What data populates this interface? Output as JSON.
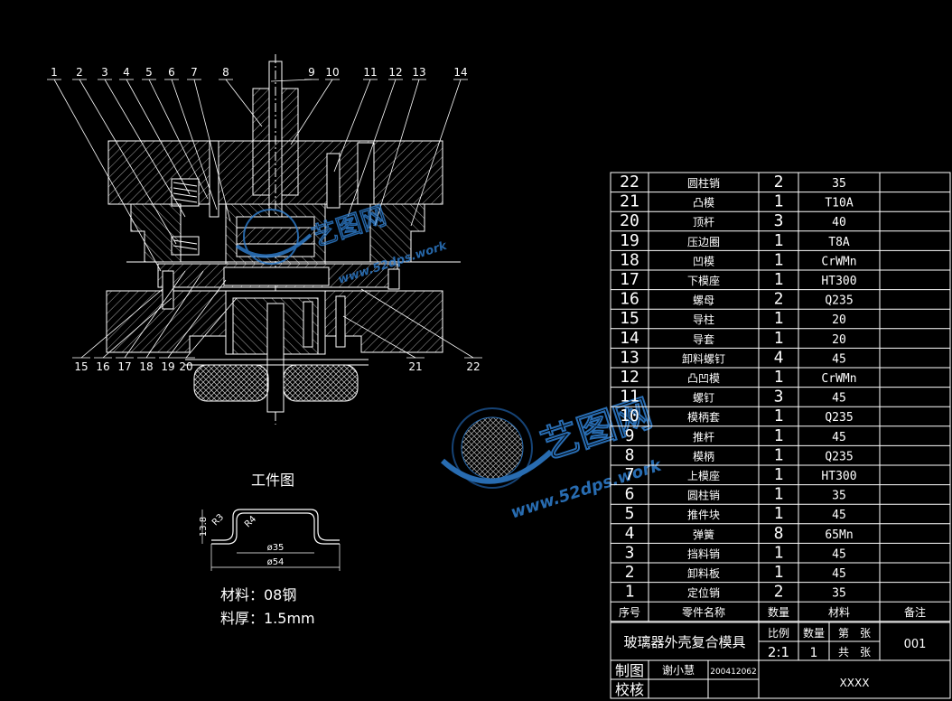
{
  "colors": {
    "background": "#000000",
    "line": "#ffffff",
    "hatch": "#cfcfcf",
    "watermark_blue": "#2f7fd0",
    "watermark_dark": "#1a4f8a"
  },
  "drawing": {
    "callouts_top": [
      "1",
      "2",
      "3",
      "4",
      "5",
      "6",
      "7",
      "8",
      "9",
      "10",
      "11",
      "12",
      "13",
      "14"
    ],
    "callouts_bottom": [
      "15",
      "16",
      "17",
      "18",
      "19",
      "20",
      "21",
      "22"
    ]
  },
  "workpiece": {
    "title": "工件图",
    "dims": {
      "height": "13.8",
      "r_outer": "R3",
      "r_inner": "R4",
      "inner_dia": "ø35",
      "outer_dia": "ø54"
    },
    "material_label": "材料：08钢",
    "thickness_label": "料厚：1.5mm"
  },
  "watermark": {
    "text_cn": "艺图网",
    "text_url": "www.52dps.work"
  },
  "bom": {
    "rows": [
      {
        "no": "22",
        "name": "圆柱销",
        "qty": "2",
        "material": "35",
        "note": ""
      },
      {
        "no": "21",
        "name": "凸模",
        "qty": "1",
        "material": "T10A",
        "note": ""
      },
      {
        "no": "20",
        "name": "顶杆",
        "qty": "3",
        "material": "40",
        "note": ""
      },
      {
        "no": "19",
        "name": "压边圈",
        "qty": "1",
        "material": "T8A",
        "note": ""
      },
      {
        "no": "18",
        "name": "凹模",
        "qty": "1",
        "material": "CrWMn",
        "note": ""
      },
      {
        "no": "17",
        "name": "下模座",
        "qty": "1",
        "material": "HT300",
        "note": ""
      },
      {
        "no": "16",
        "name": "螺母",
        "qty": "2",
        "material": "Q235",
        "note": ""
      },
      {
        "no": "15",
        "name": "导柱",
        "qty": "1",
        "material": "20",
        "note": ""
      },
      {
        "no": "14",
        "name": "导套",
        "qty": "1",
        "material": "20",
        "note": ""
      },
      {
        "no": "13",
        "name": "卸料螺钉",
        "qty": "4",
        "material": "45",
        "note": ""
      },
      {
        "no": "12",
        "name": "凸凹模",
        "qty": "1",
        "material": "CrWMn",
        "note": ""
      },
      {
        "no": "11",
        "name": "螺钉",
        "qty": "3",
        "material": "45",
        "note": ""
      },
      {
        "no": "10",
        "name": "模柄套",
        "qty": "1",
        "material": "Q235",
        "note": ""
      },
      {
        "no": "9",
        "name": "推杆",
        "qty": "1",
        "material": "45",
        "note": ""
      },
      {
        "no": "8",
        "name": "模柄",
        "qty": "1",
        "material": "Q235",
        "note": ""
      },
      {
        "no": "7",
        "name": "上模座",
        "qty": "1",
        "material": "HT300",
        "note": ""
      },
      {
        "no": "6",
        "name": "圆柱销",
        "qty": "1",
        "material": "35",
        "note": ""
      },
      {
        "no": "5",
        "name": "推件块",
        "qty": "1",
        "material": "45",
        "note": ""
      },
      {
        "no": "4",
        "name": "弹簧",
        "qty": "8",
        "material": "65Mn",
        "note": ""
      },
      {
        "no": "3",
        "name": "挡料销",
        "qty": "1",
        "material": "45",
        "note": ""
      },
      {
        "no": "2",
        "name": "卸料板",
        "qty": "1",
        "material": "45",
        "note": ""
      },
      {
        "no": "1",
        "name": "定位销",
        "qty": "2",
        "material": "35",
        "note": ""
      }
    ],
    "header": {
      "no": "序号",
      "name": "零件名称",
      "qty": "数量",
      "material": "材料",
      "note": "备注"
    }
  },
  "title_block": {
    "title": "玻璃器外壳复合模具",
    "scale_label": "比例",
    "scale_value": "2:1",
    "qty_label": "数量",
    "qty_value": "1",
    "sheet_label": "第　张",
    "total_label": "共　张",
    "drawing_no": "001",
    "drawn_by_label": "制图",
    "drawn_by_name": "谢小慧",
    "drawn_by_id": "200412062",
    "checked_label": "校核",
    "org": "XXXX"
  }
}
